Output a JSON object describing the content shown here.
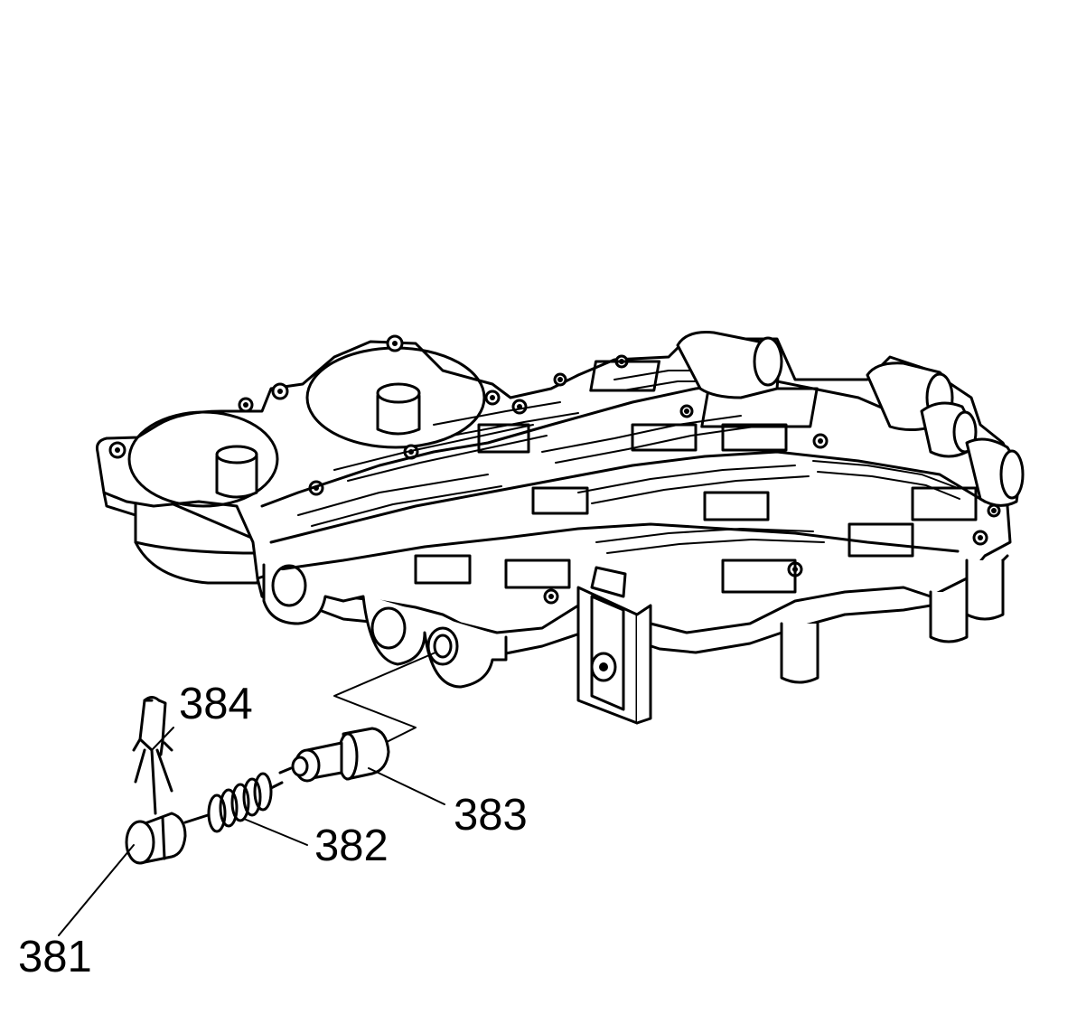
{
  "diagram": {
    "callouts": [
      {
        "id": "381",
        "text": "381"
      },
      {
        "id": "382",
        "text": "382"
      },
      {
        "id": "383",
        "text": "383"
      },
      {
        "id": "384",
        "text": "384"
      }
    ]
  }
}
